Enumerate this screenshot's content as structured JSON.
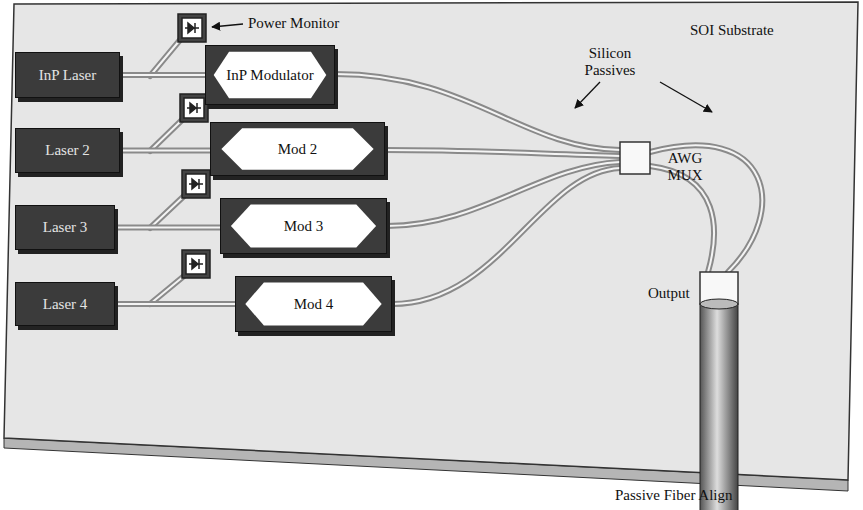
{
  "diagram": {
    "nodes": [
      {
        "text": [
          "SOI Substrate"
        ]
      },
      {
        "text": [
          "InP Laser"
        ],
        "in": 0
      },
      {
        "text": [
          "InP Modulator"
        ],
        "in": 0
      },
      {
        "text": [
          "Laser 2"
        ],
        "in": 0
      },
      {
        "text": [
          "Mod 2"
        ],
        "in": 0
      },
      {
        "text": [
          "Laser 3"
        ],
        "in": 0
      },
      {
        "text": [
          "Mod 3"
        ],
        "in": 0
      },
      {
        "text": [
          "Laser 4"
        ],
        "in": 0
      },
      {
        "text": [
          "Mod 4"
        ],
        "in": 0
      }
    ],
    "edges": [
      {
        "from": 1,
        "to": 2,
        "arrow": "none"
      },
      {
        "from": 3,
        "to": 4,
        "arrow": "none"
      },
      {
        "from": 5,
        "to": 6,
        "arrow": "none"
      },
      {
        "from": 7,
        "to": 8,
        "arrow": "none"
      }
    ],
    "labels": [
      "Power Monitor",
      "Silicon Passives",
      "AWG MUX",
      "Output",
      "Passive Fiber Align"
    ]
  }
}
